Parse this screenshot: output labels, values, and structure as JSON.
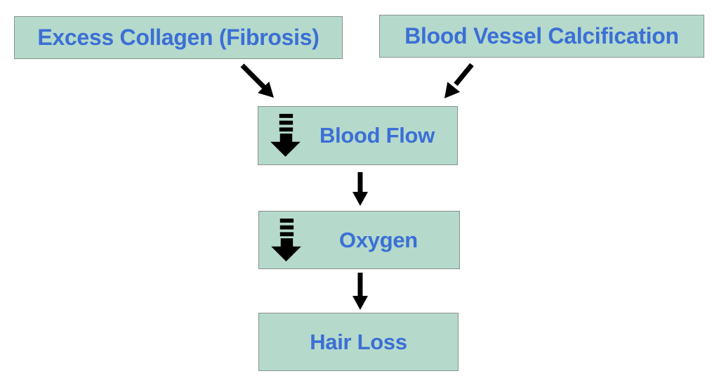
{
  "diagram": {
    "type": "flowchart",
    "background": "#ffffff",
    "colors": {
      "node_fill": "#b5dacb",
      "node_border": "#8a918e",
      "label_color": "#3b6fd6",
      "arrow_color": "#000000"
    },
    "nodes": [
      {
        "id": "excess-collagen",
        "label": "Excess Collagen (Fibrosis)"
      },
      {
        "id": "blood-vessel-calcification",
        "label": "Blood Vessel Calcification"
      },
      {
        "id": "blood-flow",
        "label": "Blood Flow",
        "icon": "decrease-arrow-icon"
      },
      {
        "id": "oxygen",
        "label": "Oxygen",
        "icon": "decrease-arrow-icon"
      },
      {
        "id": "hair-loss",
        "label": "Hair Loss"
      }
    ],
    "edges": [
      {
        "from": "excess-collagen",
        "to": "blood-flow"
      },
      {
        "from": "blood-vessel-calcification",
        "to": "blood-flow"
      },
      {
        "from": "blood-flow",
        "to": "oxygen"
      },
      {
        "from": "oxygen",
        "to": "hair-loss"
      }
    ]
  }
}
